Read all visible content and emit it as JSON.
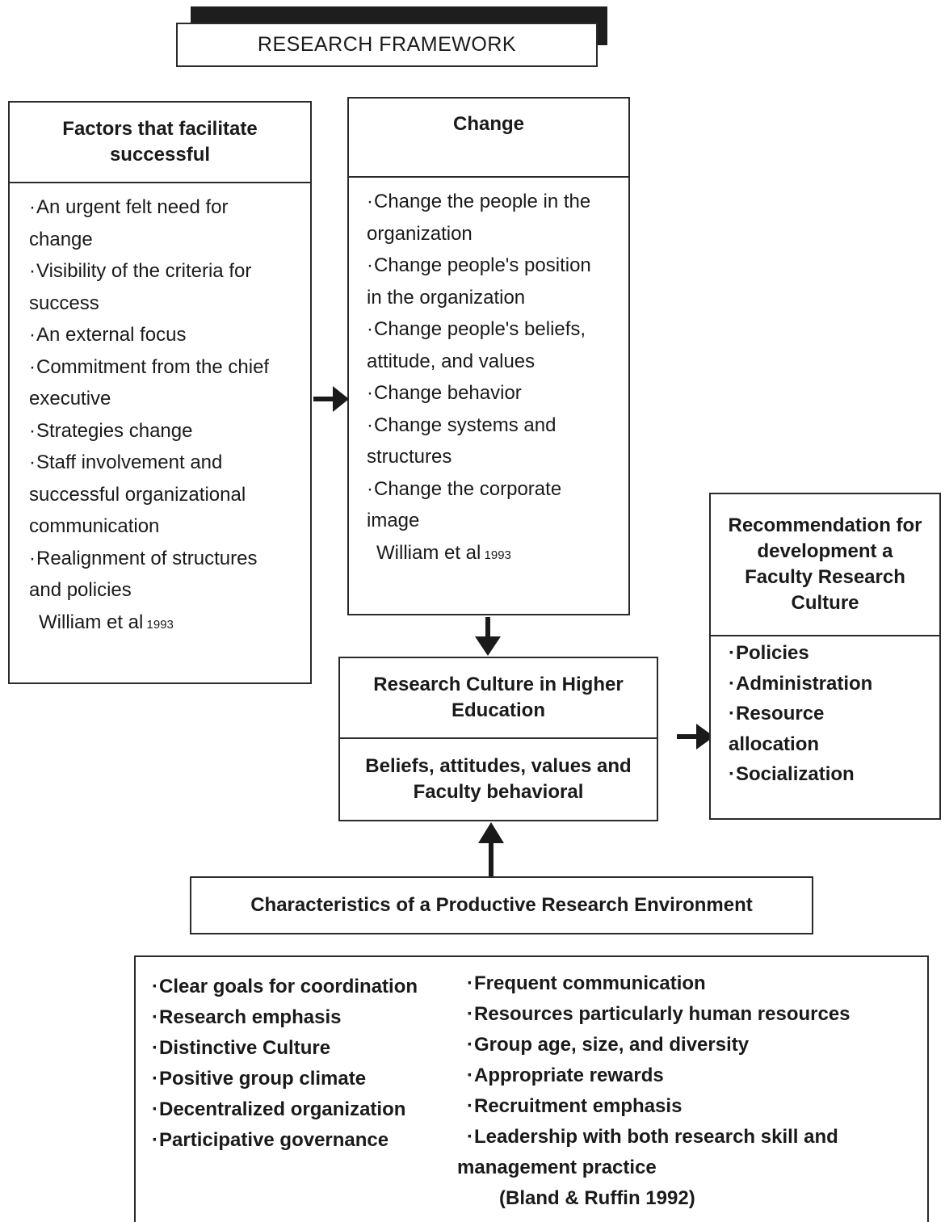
{
  "title": "RESEARCH FRAMEWORK",
  "factors": {
    "heading": "Factors that facilitate successful",
    "items": [
      "An urgent felt need for",
      "change",
      "Visibility of the criteria for",
      "success",
      "An external focus",
      "Commitment from the chief",
      "executive",
      "Strategies change",
      "Staff involvement and",
      "successful organizational",
      "communication",
      "Realignment of structures",
      "and policies"
    ],
    "citation": "William et al",
    "citation_year": "1993"
  },
  "change": {
    "heading": "Change",
    "items": [
      "Change the people in the",
      "organization",
      "Change people's position",
      "in the organization",
      "Change people's beliefs,",
      "attitude, and values",
      "Change behavior",
      "Change systems and",
      "structures",
      "Change the corporate",
      "image"
    ],
    "citation": "William et al",
    "citation_year": "1993"
  },
  "culture": {
    "heading": "Research Culture in Higher Education",
    "body": "Beliefs, attitudes, values and Faculty behavioral"
  },
  "recommendation": {
    "heading": "Recommendation for development a Faculty Research Culture",
    "items": [
      "Policies",
      "Administration",
      "Resource",
      "allocation",
      "Socialization"
    ]
  },
  "characteristics": {
    "heading": "Characteristics of a Productive Research Environment",
    "left_items": [
      "Clear goals for coordination",
      "Research emphasis",
      "Distinctive Culture",
      "Positive group climate",
      "Decentralized organization",
      "Participative governance"
    ],
    "right_items": [
      "Frequent communication",
      "Resources particularly human resources",
      "Group age, size, and diversity",
      "Appropriate rewards",
      "Recruitment emphasis",
      "Leadership with both research skill and"
    ],
    "right_continuation": "management practice",
    "citation": "(Bland & Ruffin 1992)"
  }
}
